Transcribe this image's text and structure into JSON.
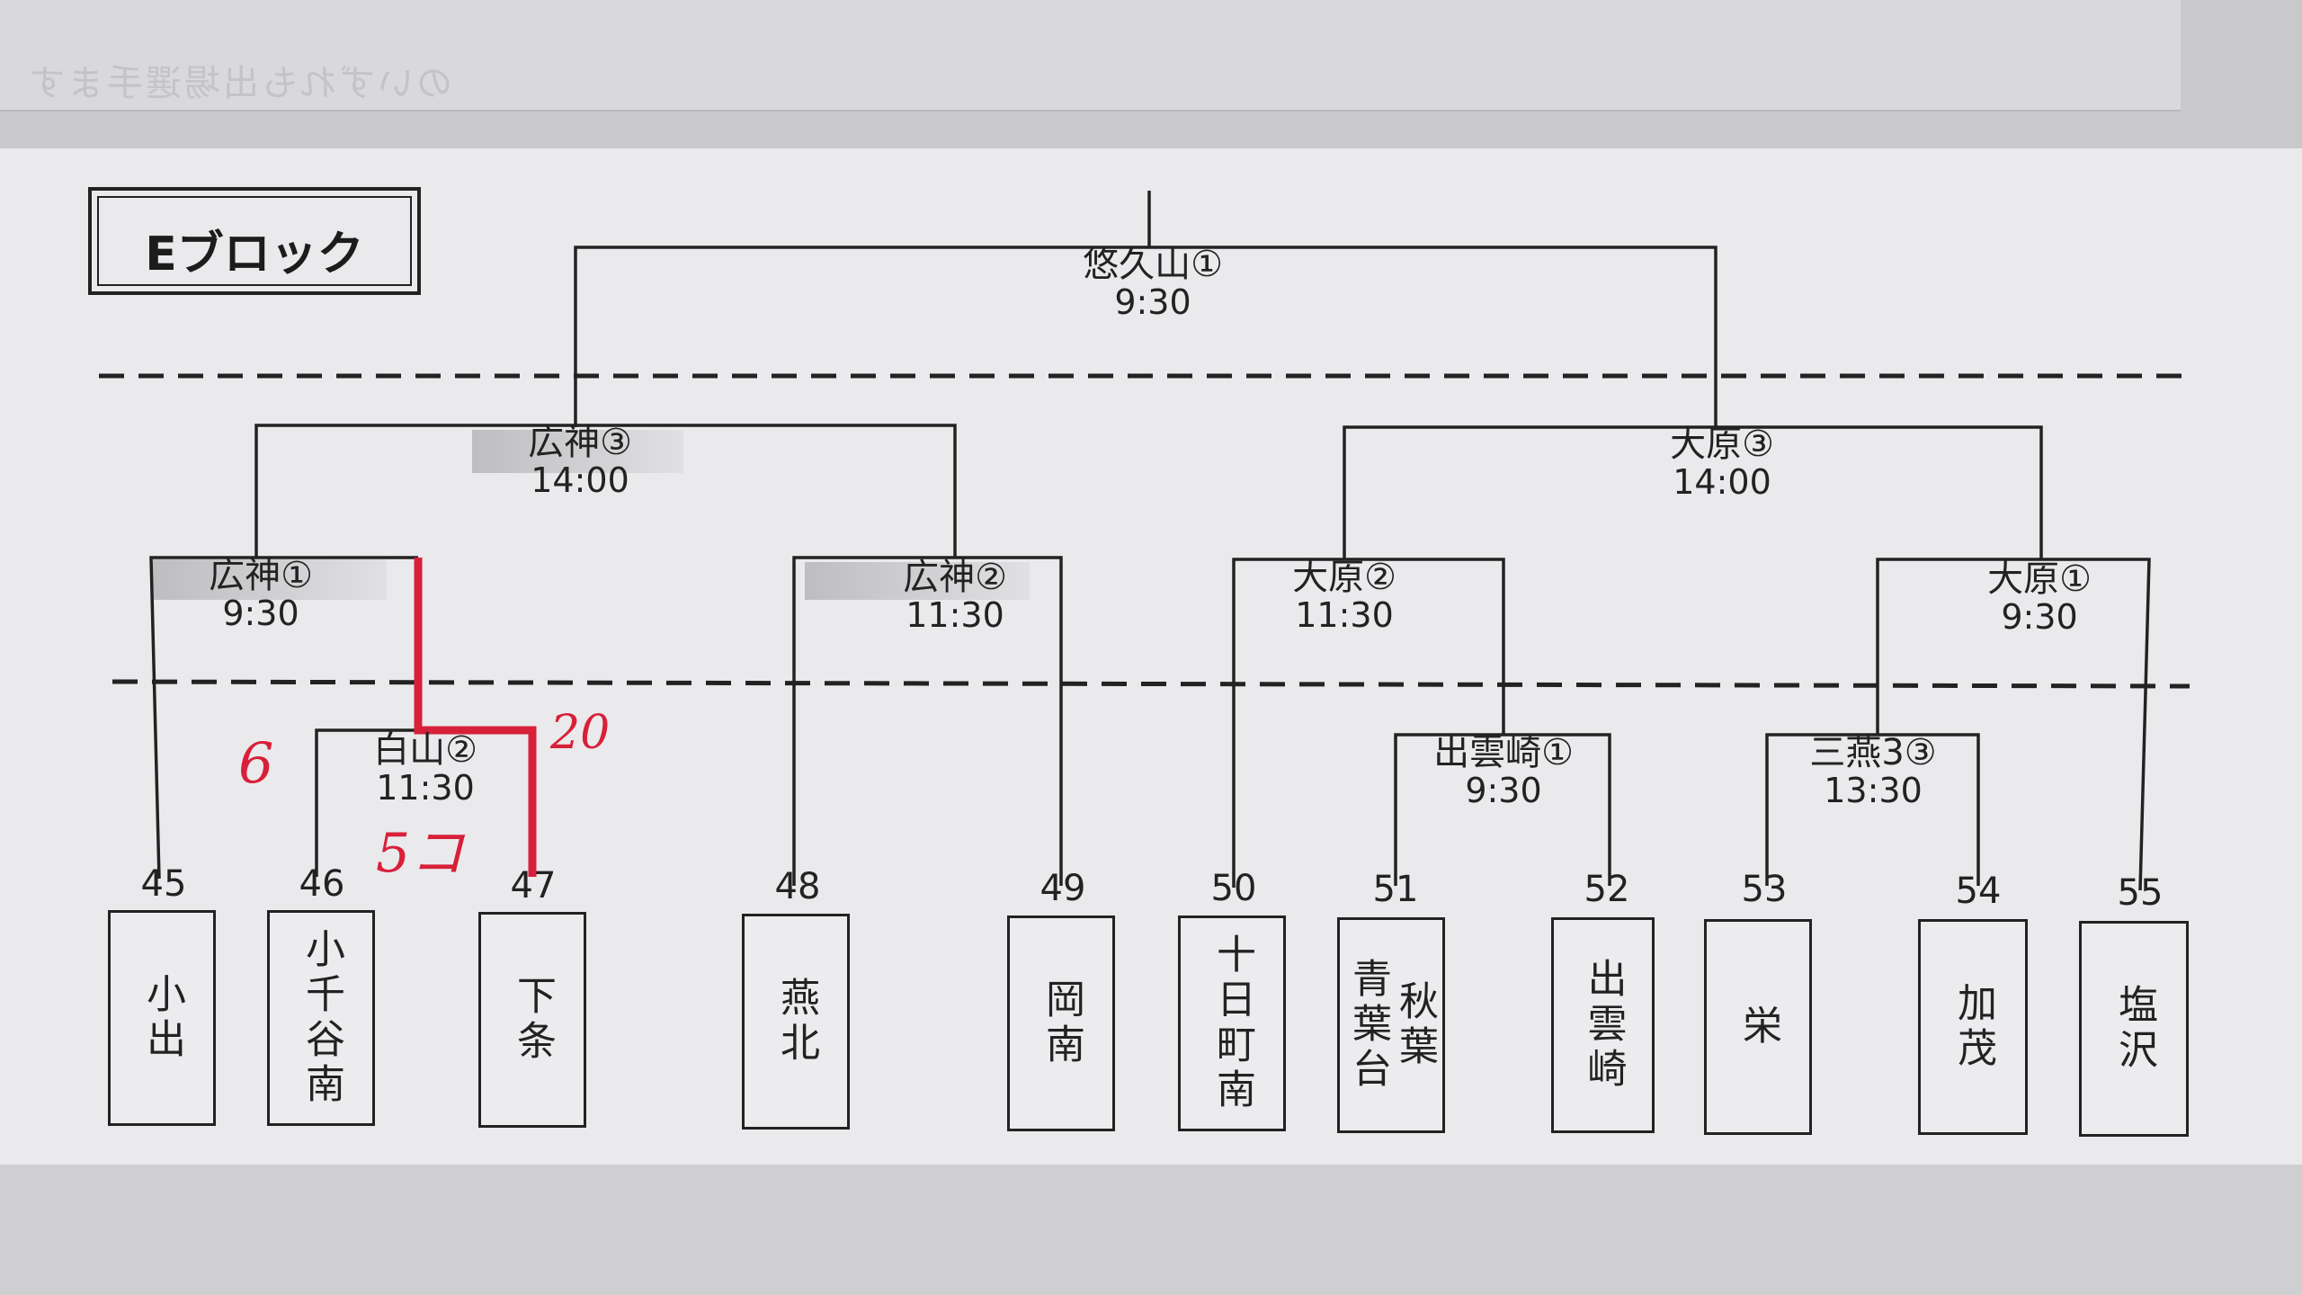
{
  "block_title": "Eブロック",
  "back_sheet_text": "のいずれも出場選手ます",
  "matches": {
    "final": {
      "venue": "悠久山①",
      "time": "9:30"
    },
    "semi_l": {
      "venue": "広神③",
      "time": "14:00"
    },
    "semi_r": {
      "venue": "大原③",
      "time": "14:00"
    },
    "q1": {
      "venue": "広神①",
      "time": "9:30"
    },
    "q2": {
      "venue": "広神②",
      "time": "11:30"
    },
    "q3": {
      "venue": "大原②",
      "time": "11:30"
    },
    "q4": {
      "venue": "大原①",
      "time": "9:30"
    },
    "r1_a": {
      "venue": "白山②",
      "time": "11:30"
    },
    "r1_b": {
      "venue": "出雲崎①",
      "time": "9:30"
    },
    "r1_c": {
      "venue": "三燕3③",
      "time": "13:30"
    }
  },
  "teams": [
    {
      "num": "45",
      "cols": [
        "小出"
      ]
    },
    {
      "num": "46",
      "cols": [
        "小千谷南"
      ]
    },
    {
      "num": "47",
      "cols": [
        "下条"
      ]
    },
    {
      "num": "48",
      "cols": [
        "燕北"
      ]
    },
    {
      "num": "49",
      "cols": [
        "岡南"
      ]
    },
    {
      "num": "50",
      "cols": [
        "十日町南"
      ]
    },
    {
      "num": "51",
      "cols": [
        "秋葉",
        "青葉台"
      ]
    },
    {
      "num": "52",
      "cols": [
        "出雲崎"
      ]
    },
    {
      "num": "53",
      "cols": [
        "栄"
      ]
    },
    {
      "num": "54",
      "cols": [
        "加茂"
      ]
    },
    {
      "num": "55",
      "cols": [
        "塩沢"
      ]
    }
  ],
  "handwritten": {
    "score_left": "6",
    "score_right": "20",
    "note": "5コ"
  },
  "colors": {
    "ink": "#222222",
    "highlight": "#d8203a"
  }
}
